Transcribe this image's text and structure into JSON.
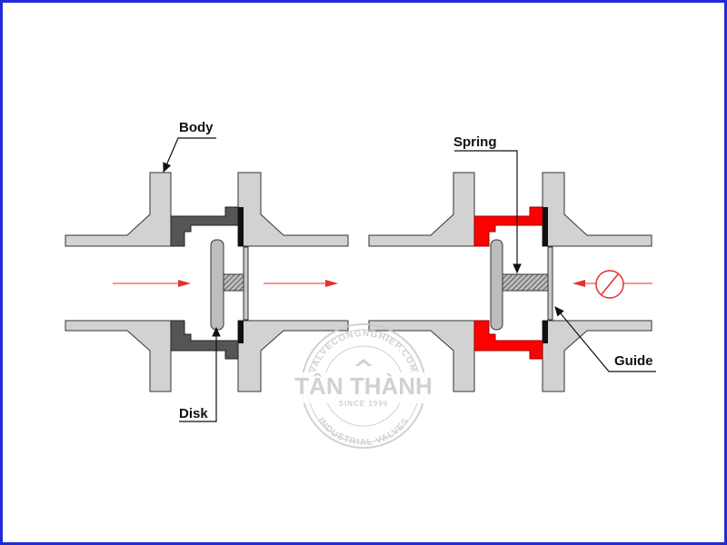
{
  "labels": {
    "body": "Body",
    "disk": "Disk",
    "spring": "Spring",
    "guide": "Guide"
  },
  "watermark": {
    "brand": "TÂN THÀNH",
    "since": "SINCE 1990",
    "top_ring": "VALVECONGNGHIEP.COM",
    "bottom_ring": "INDUSTRIAL VALVES"
  },
  "colors": {
    "frame": "#1f2bd6",
    "pipe_fill": "#d2d2d2",
    "body_dark": "#555555",
    "body_highlight": "#ff0000",
    "flow_arrow": "#e53030",
    "no_flow_symbol": "#e53030"
  },
  "icons": {
    "flow_arrow": "arrow-right-icon",
    "reverse_blocked": "no-entry-icon"
  }
}
